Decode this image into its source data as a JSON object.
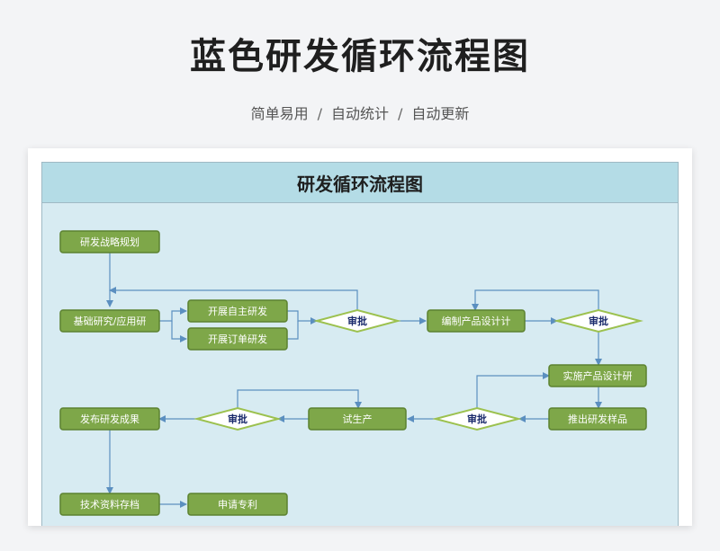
{
  "page": {
    "title": "蓝色研发循环流程图",
    "subtitle": [
      "简单易用",
      "自动统计",
      "自动更新"
    ],
    "separator": "/"
  },
  "sheet": {
    "title": "研发循环流程图"
  },
  "nodes": {
    "strategy": "研发战略规划",
    "basic_research": "基础研究/应用研",
    "self_dev": "开展自主研发",
    "order_dev": "开展订单研发",
    "approve1": "审批",
    "compile_design": "编制产品设计计",
    "approve2": "审批",
    "implement_design": "实施产品设计研",
    "launch_sample": "推出研发样品",
    "approve3": "审批",
    "trial_production": "试生产",
    "approve4": "审批",
    "publish_results": "发布研发成果",
    "tech_archive": "技术资料存档",
    "patent_apply": "申请专利"
  },
  "colors": {
    "node_fill": "#7ea749",
    "node_stroke": "#5c8230",
    "decision_stroke": "#9cc14f",
    "arrow": "#5b8fc0",
    "sheet_bg": "#d7ebf2",
    "header_bg": "#b4dce6"
  }
}
